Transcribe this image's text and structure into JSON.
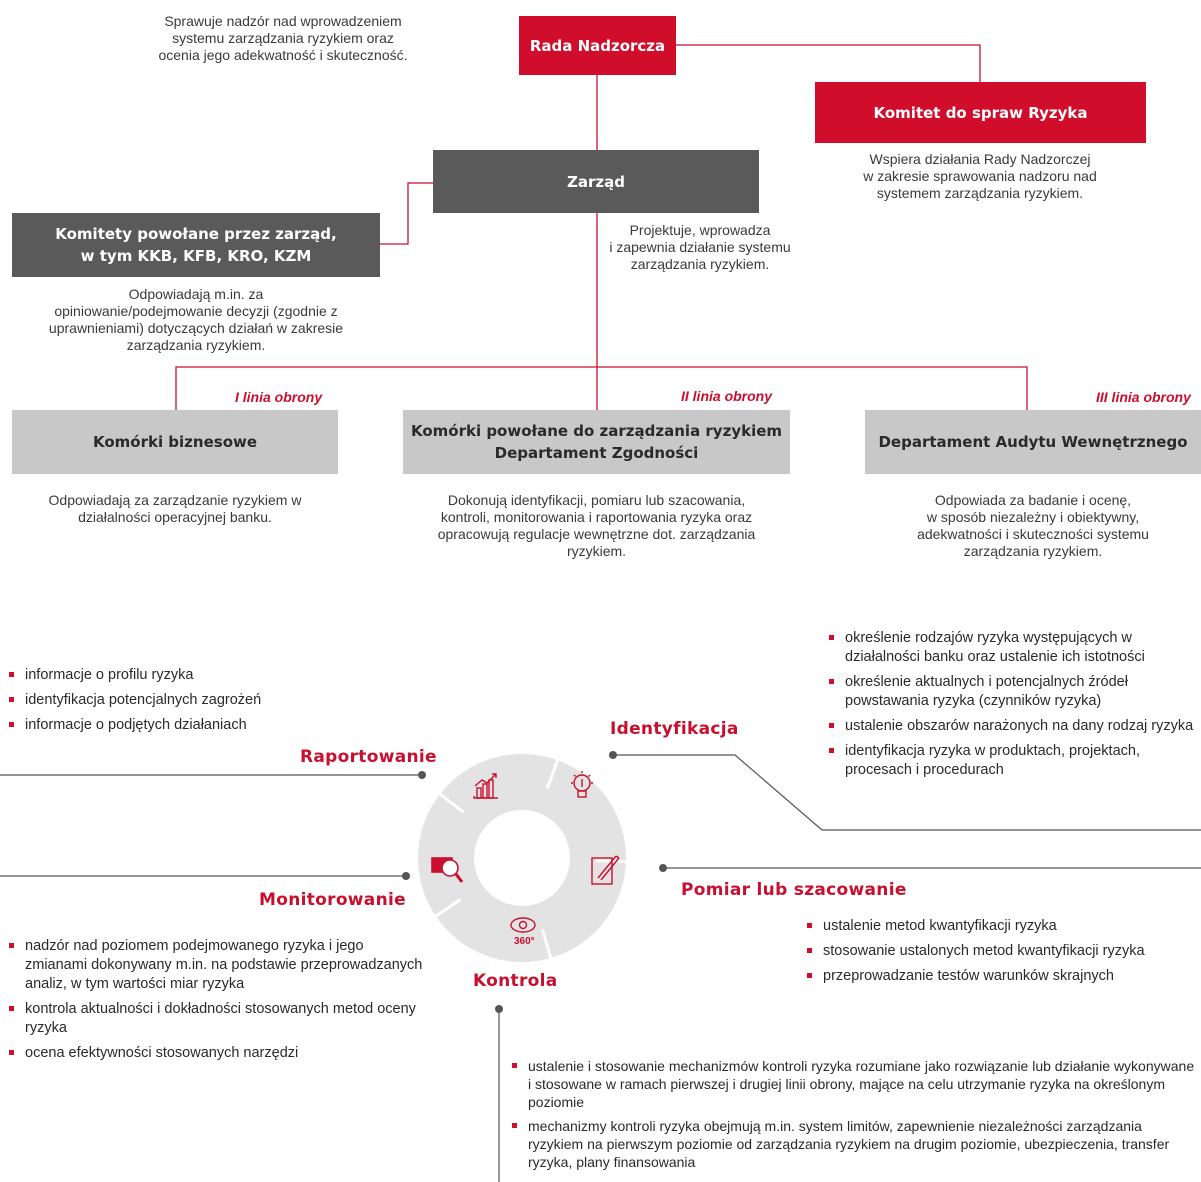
{
  "org": {
    "rada": {
      "title": "Rada Nadzorcza",
      "desc": "Sprawuje nadzór nad wprowadzeniem\nsystemu zarządzania ryzykiem oraz\nocenia jego adekwatność i skuteczność."
    },
    "komitet_ryzyka": {
      "title": "Komitet do spraw Ryzyka",
      "desc": "Wspiera działania Rady Nadzorczej\nw zakresie sprawowania nadzoru nad\nsystemem zarządzania ryzykiem."
    },
    "zarzad": {
      "title": "Zarząd",
      "desc": "Projektuje, wprowadza\ni zapewnia działanie systemu\nzarządzania ryzykiem."
    },
    "komitety": {
      "title_line1": "Komitety powołane przez zarząd,",
      "title_line2": "w tym KKB, KFB, KRO, KZM",
      "desc": "Odpowiadają m.in. za\nopiniowanie/podejmowanie decyzji (zgodnie z\nuprawnieniami) dotyczących działań w zakresie\nzarządzania ryzykiem."
    },
    "line1": {
      "label": "I linia obrony",
      "title": "Komórki biznesowe",
      "desc": "Odpowiadają za zarządzanie ryzykiem w\ndziałalności operacyjnej banku."
    },
    "line2": {
      "label": "II linia obrony",
      "title_line1": "Komórki powołane do zarządzania ryzykiem",
      "title_line2": "Departament Zgodności",
      "desc": "Dokonują identyfikacji, pomiaru lub szacowania,\nkontroli, monitorowania i raportowania ryzyka oraz\nopracowują regulacje wewnętrzne dot. zarządzania\nryzykiem."
    },
    "line3": {
      "label": "III linia obrony",
      "title": "Departament Audytu Wewnętrznego",
      "desc": "Odpowiada za badanie i ocenę,\nw sposób niezależny i obiektywny,\nadekwatności i skuteczności systemu\nzarządzania ryzykiem."
    }
  },
  "cycle": {
    "identyfikacja": {
      "label": "Identyfikacja",
      "items": [
        "określenie rodzajów ryzyka występujących w działalności banku oraz ustalenie ich istotności",
        "określenie aktualnych i potencjalnych źródeł powstawania ryzyka (czynników ryzyka)",
        "ustalenie obszarów narażonych na dany rodzaj ryzyka",
        "identyfikacja ryzyka w produktach, projektach, procesach i procedurach"
      ]
    },
    "pomiar": {
      "label": "Pomiar lub szacowanie",
      "items": [
        "ustalenie metod kwantyfikacji ryzyka",
        "stosowanie ustalonych metod kwantyfikacji ryzyka",
        "przeprowadzanie testów warunków skrajnych"
      ]
    },
    "kontrola": {
      "label": "Kontrola",
      "items": [
        "ustalenie i stosowanie mechanizmów kontroli ryzyka rozumiane jako rozwiązanie lub działanie wykonywane i stosowane w ramach pierwszej i drugiej linii obrony, mające na celu utrzymanie ryzyka na określonym poziomie",
        "mechanizmy kontroli ryzyka obejmują m.in. system limitów, zapewnienie niezależności zarządzania ryzykiem na pierwszym poziomie od zarządzania ryzykiem na drugim poziomie, ubezpieczenia, transfer ryzyka, plany finansowania"
      ]
    },
    "monitorowanie": {
      "label": "Monitorowanie",
      "items": [
        "nadzór nad poziomem podejmowanego ryzyka i jego zmianami dokonywany m.in. na podstawie przeprowadzanych analiz, w tym wartości miar ryzyka",
        "kontrola aktualności i dokładności stosowanych metod oceny ryzyka",
        "ocena efektywności stosowanych narzędzi"
      ]
    },
    "raportowanie": {
      "label": "Raportowanie",
      "items": [
        "informacje o profilu ryzyka",
        "identyfikacja potencjalnych zagrożeń",
        "informacje o podjętych działaniach"
      ]
    },
    "icon_360_text": "360°"
  },
  "colors": {
    "accent": "#d10d2c",
    "dark_box": "#5a5a5a",
    "light_box": "#c8c8c8",
    "ring": "#e3e3e3"
  },
  "icons": [
    "chart-icon",
    "lightbulb-icon",
    "pencil-document-icon",
    "eye-360-icon",
    "magnifier-icon"
  ]
}
